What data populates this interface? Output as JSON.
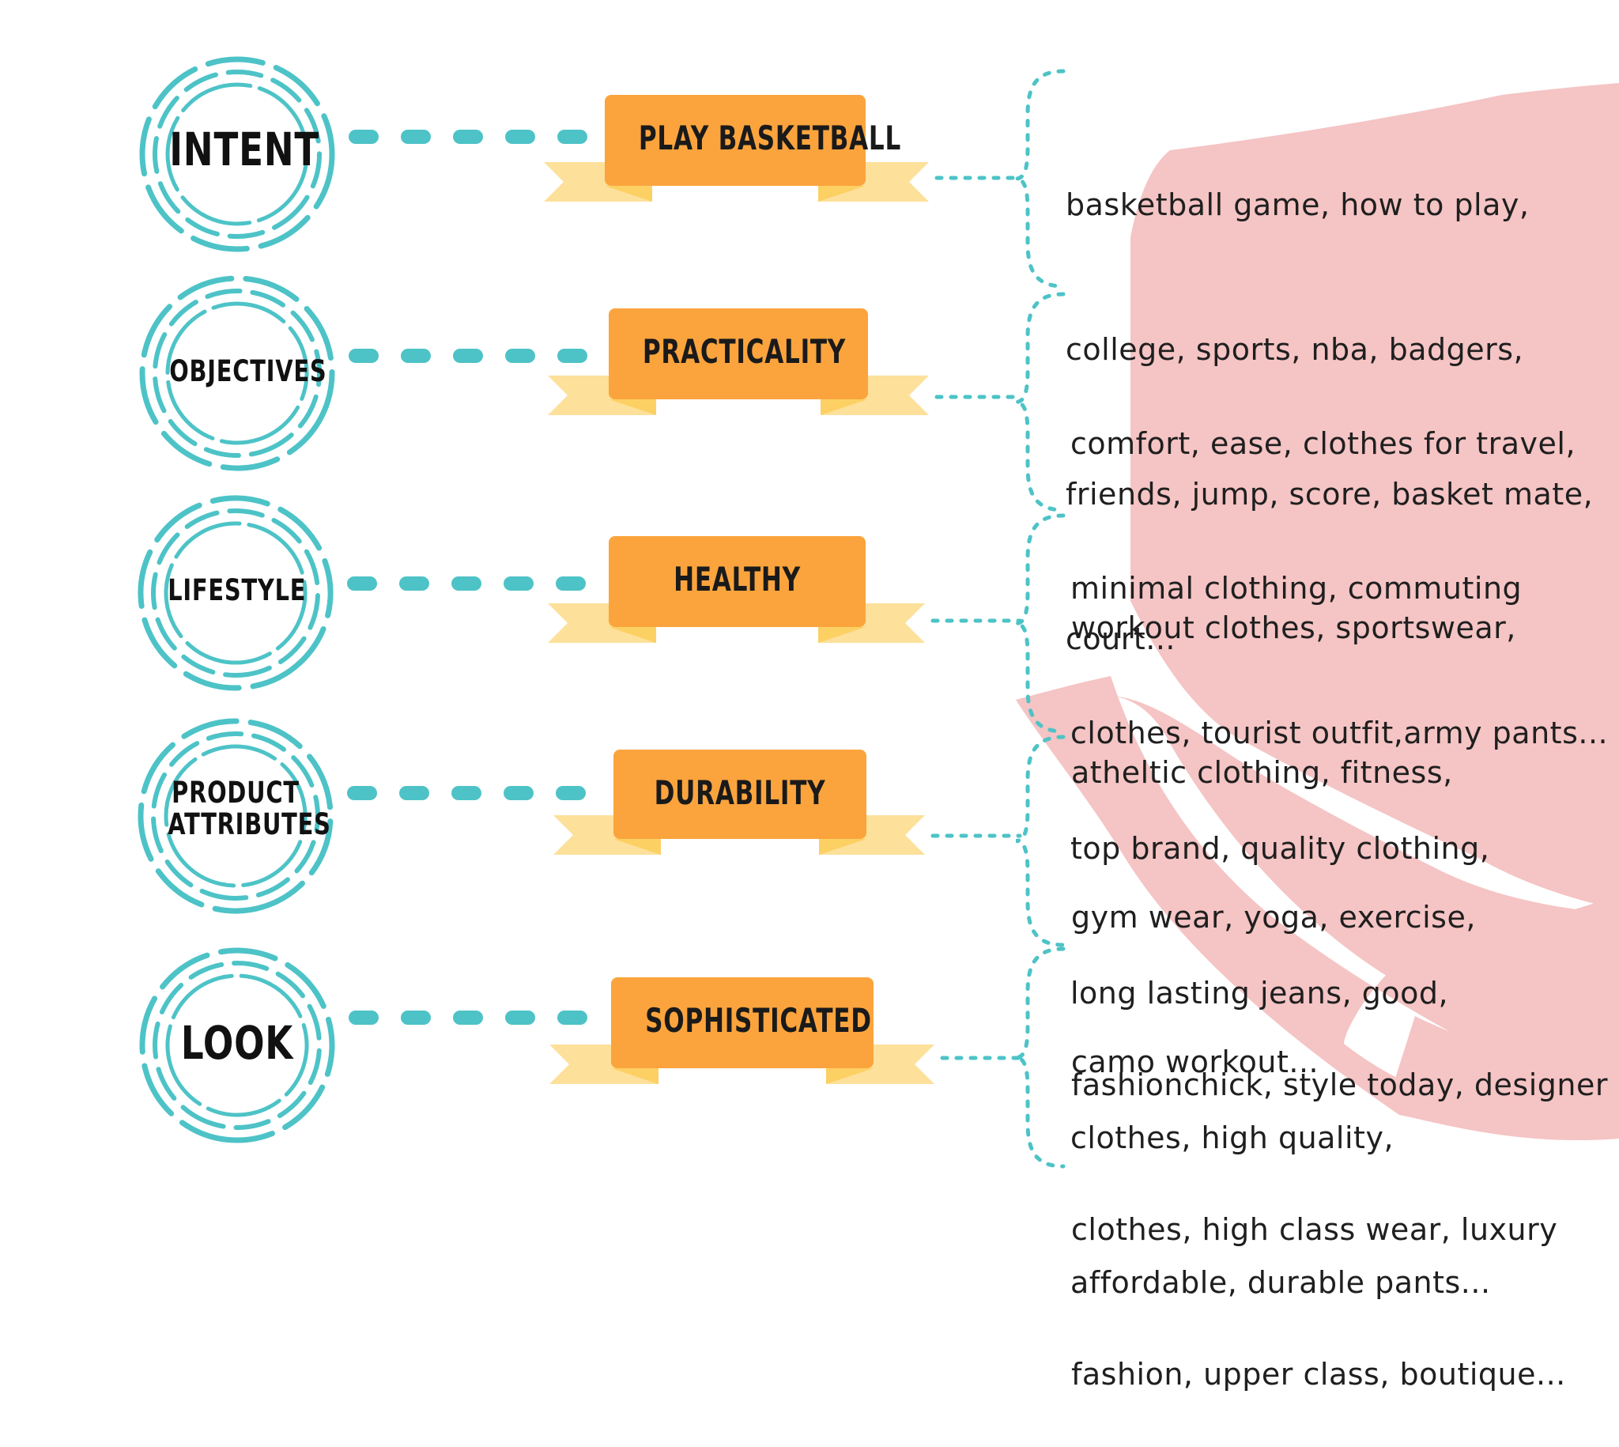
{
  "colors": {
    "accent": "#4dc3c7",
    "banner": "#fba43d",
    "ribbon": "#fde09a",
    "ribbon_fold": "#fdd064",
    "blob": "#f5c4c4"
  },
  "rows": [
    {
      "circle_label": [
        "INTENT"
      ],
      "banner": "PLAY BASKETBALL",
      "keywords": [
        "basketball game, how to play,",
        "college, sports, nba, badgers,",
        "friends, jump, score, basket mate,",
        "court..."
      ]
    },
    {
      "circle_label": [
        "OBJECTIVES"
      ],
      "banner": "PRACTICALITY",
      "keywords": [
        "comfort, ease, clothes for travel,",
        "minimal clothing, commuting",
        "clothes, tourist outfit,army pants..."
      ]
    },
    {
      "circle_label": [
        "LIFESTYLE"
      ],
      "banner": "HEALTHY",
      "keywords": [
        "workout clothes, sportswear,",
        "atheltic clothing, fitness,",
        "gym wear, yoga, exercise,",
        "camo workout..."
      ]
    },
    {
      "circle_label": [
        "PRODUCT",
        "ATTRIBUTES"
      ],
      "banner": "DURABILITY",
      "keywords": [
        "top brand, quality clothing,",
        "long lasting jeans, good,",
        "clothes, high quality,",
        "affordable, durable pants..."
      ]
    },
    {
      "circle_label": [
        "LOOK"
      ],
      "banner": "SOPHISTICATED",
      "keywords": [
        "fashionchick, style today, designer",
        "clothes, high class wear, luxury",
        "fashion, upper class, boutique..."
      ]
    }
  ]
}
